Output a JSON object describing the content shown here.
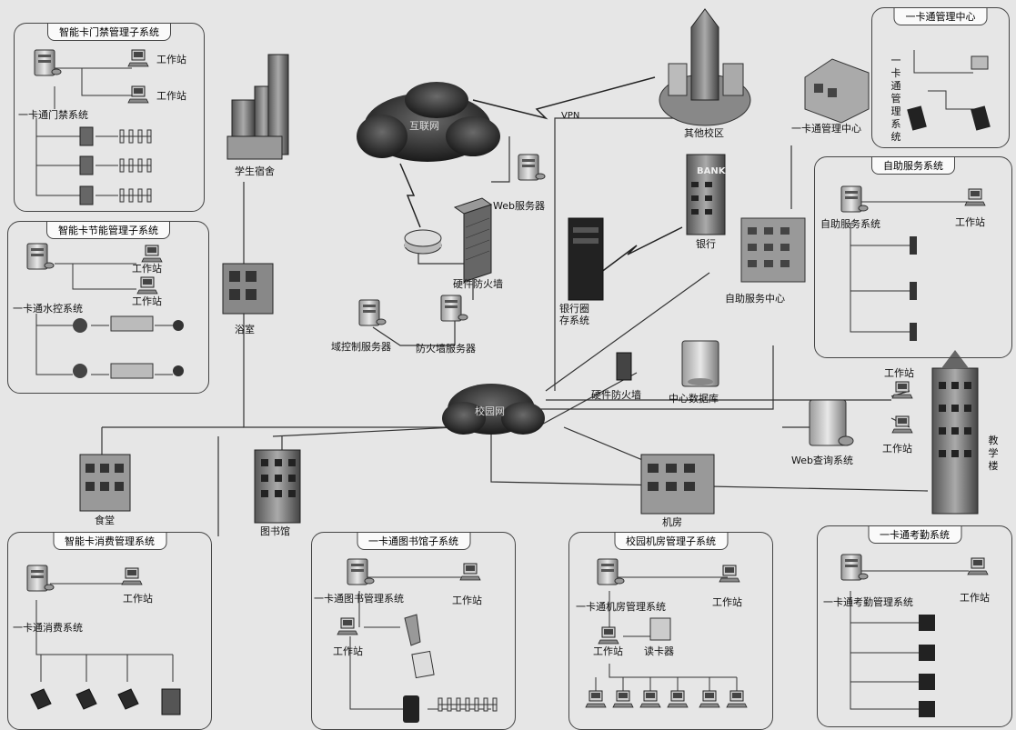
{
  "panels": {
    "access": {
      "title": "智能卡门禁管理子系统",
      "system": "一卡通门禁系统",
      "ws1": "工作站",
      "ws2": "工作站"
    },
    "energy": {
      "title": "智能卡节能管理子系统",
      "system": "一卡通水控系统",
      "ws1": "工作站",
      "ws2": "工作站"
    },
    "center": {
      "title": "一卡通管理中心",
      "system": "一卡通管理系统"
    },
    "selfservice": {
      "title": "自助服务系统",
      "system": "自助服务系统",
      "ws": "工作站"
    },
    "consume": {
      "title": "智能卡消费管理系统",
      "system": "一卡通消费系统",
      "ws": "工作站"
    },
    "library": {
      "title": "一卡通图书馆子系统",
      "system": "一卡通图书管理系统",
      "ws1": "工作站",
      "ws2": "工作站"
    },
    "lab": {
      "title": "校园机房管理子系统",
      "system": "一卡通机房管理系统",
      "ws1": "工作站",
      "ws2": "工作站",
      "reader": "读卡器"
    },
    "attendance": {
      "title": "一卡通考勤系统",
      "system": "一卡通考勤管理系统",
      "ws": "工作站"
    }
  },
  "nodes": {
    "internet": "互联网",
    "campus_net": "校园网",
    "vpn": "VPN",
    "other_campus": "其他校区",
    "mgmt_center": "一卡通管理中心",
    "dorm": "学生宿舍",
    "bath": "浴室",
    "web_server": "Web服务器",
    "hw_firewall_top": "硬件防火墙",
    "hw_firewall_mid": "硬件防火墙",
    "domain_server": "域控制服务器",
    "firewall_server": "防火墙服务器",
    "bank": "银行",
    "bank_sign": "BANK",
    "bank_system": "银行圈存系统",
    "self_center": "自助服务中心",
    "central_db": "中心数据库",
    "web_query": "Web查询系统",
    "ws_a": "工作站",
    "ws_b": "工作站",
    "teaching": "教学楼",
    "canteen": "食堂",
    "library_bld": "图书馆",
    "machine_room": "机房"
  }
}
